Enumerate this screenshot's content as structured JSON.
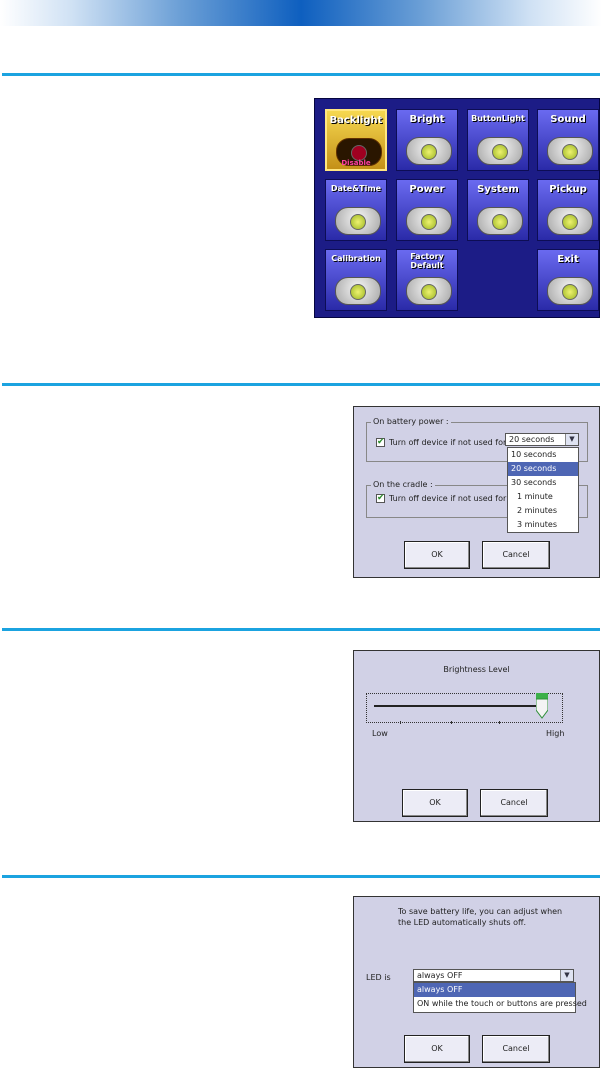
{
  "settings_grid": {
    "tiles": [
      {
        "label": "Backlight",
        "sub": "Disable",
        "selected": true
      },
      {
        "label": "Bright"
      },
      {
        "label": "ButtonLight"
      },
      {
        "label": "Sound"
      },
      {
        "label": "Date&Time"
      },
      {
        "label": "Power"
      },
      {
        "label": "System"
      },
      {
        "label": "Pickup"
      },
      {
        "label": "Calibration"
      },
      {
        "label": "Factory Default"
      },
      {
        "label": "Exit"
      }
    ]
  },
  "power_dialog": {
    "battery_group_title": "On battery power :",
    "battery_checkbox_label": "Turn off device if not used for",
    "battery_checked": true,
    "battery_selected": "20 seconds",
    "options": [
      "10 seconds",
      "20 seconds",
      "30 seconds",
      "1 minute",
      "2 minutes",
      "3 minutes"
    ],
    "highlighted_option": "20 seconds",
    "cradle_group_title": "On the cradle :",
    "cradle_checkbox_label": "Turn off device if not used for",
    "cradle_checked": true,
    "ok_label": "OK",
    "cancel_label": "Cancel"
  },
  "brightness_dialog": {
    "title": "Brightness Level",
    "low_label": "Low",
    "high_label": "High",
    "level_fraction": 1.0,
    "ok_label": "OK",
    "cancel_label": "Cancel"
  },
  "led_dialog": {
    "message_line1": "To save battery life, you can adjust when",
    "message_line2": "the LED automatically shuts off.",
    "led_label": "LED is",
    "selected": "always OFF",
    "options": [
      "always OFF",
      "ON while the touch or buttons are pressed"
    ],
    "highlighted_option": "always OFF",
    "ok_label": "OK",
    "cancel_label": "Cancel"
  },
  "colors": {
    "rule": "#1ba3e0",
    "dialog_bg": "#d1d1e6",
    "selection": "#4e66b4",
    "grid_bg": "#1c1c86",
    "selected_tile": "#e0b030"
  }
}
